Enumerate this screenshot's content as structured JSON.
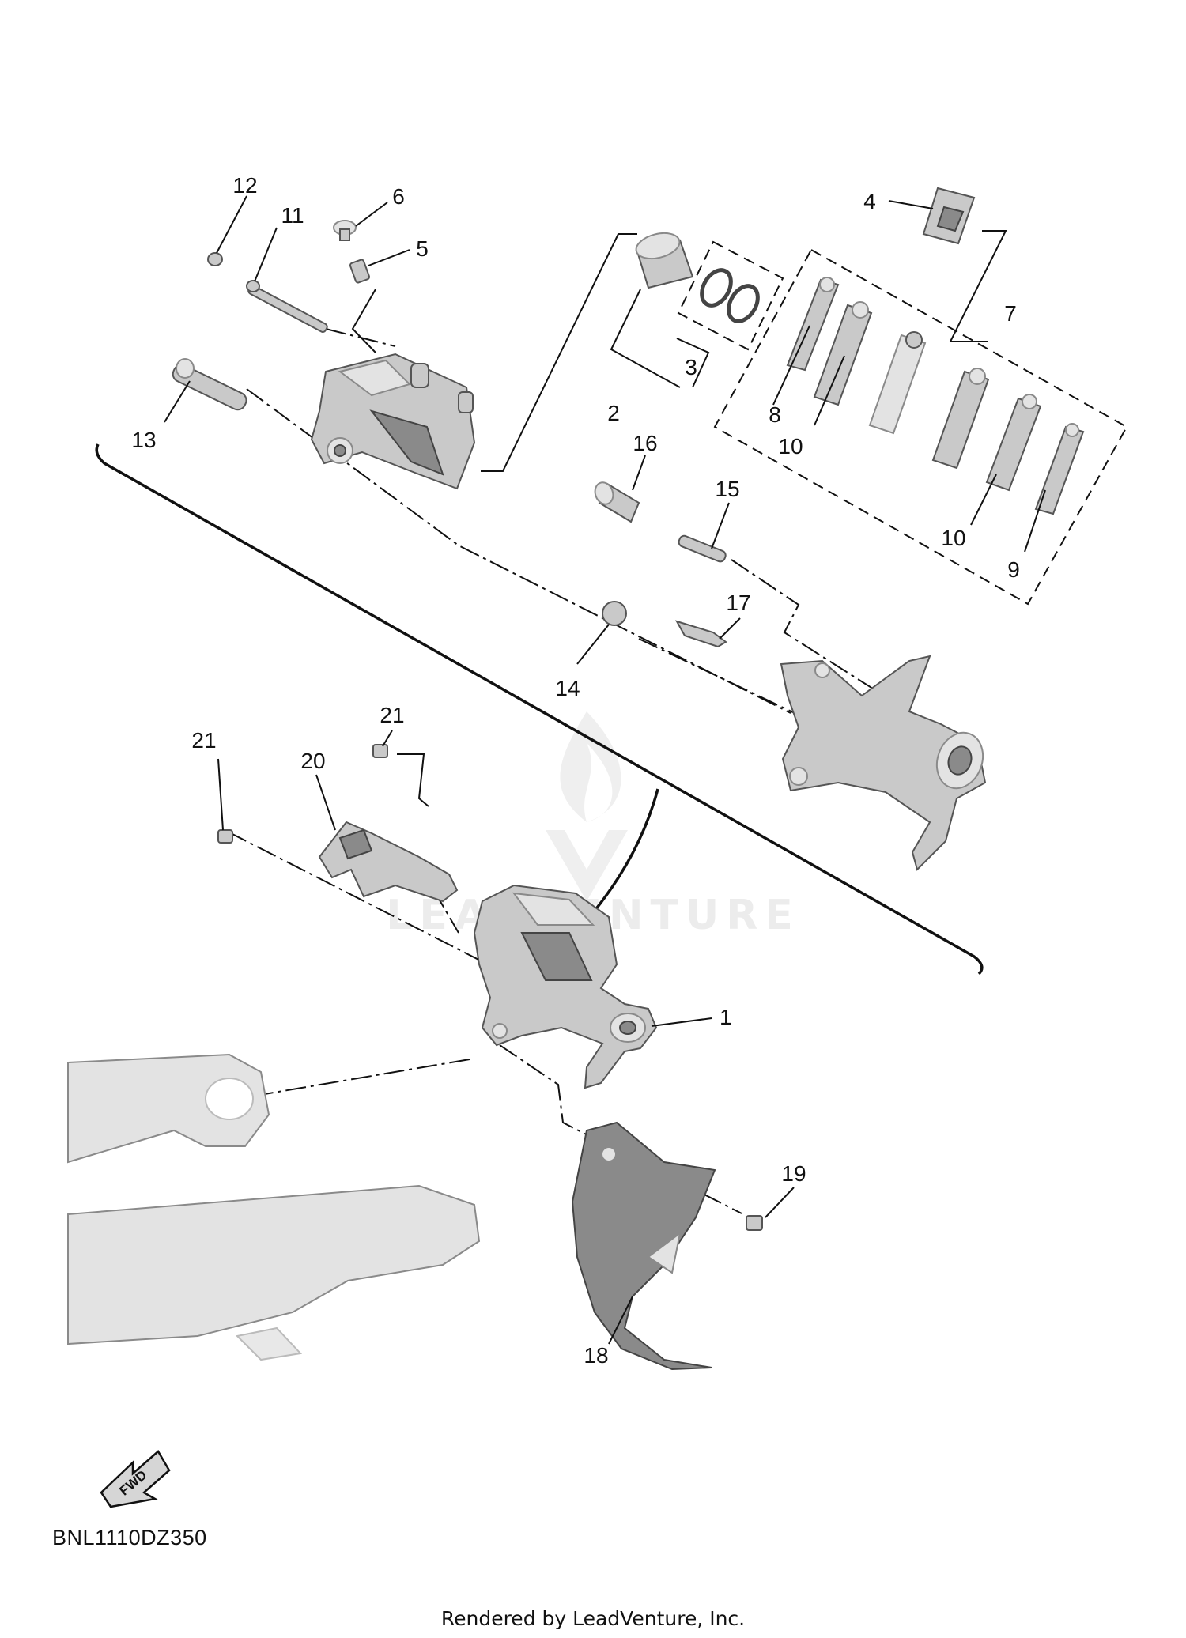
{
  "callouts": [
    {
      "id": "c1",
      "text": "1"
    },
    {
      "id": "c2",
      "text": "2"
    },
    {
      "id": "c3",
      "text": "3"
    },
    {
      "id": "c4",
      "text": "4"
    },
    {
      "id": "c5",
      "text": "5"
    },
    {
      "id": "c6",
      "text": "6"
    },
    {
      "id": "c7",
      "text": "7"
    },
    {
      "id": "c8",
      "text": "8"
    },
    {
      "id": "c9",
      "text": "9"
    },
    {
      "id": "c10a",
      "text": "10"
    },
    {
      "id": "c10b",
      "text": "10"
    },
    {
      "id": "c11",
      "text": "11"
    },
    {
      "id": "c12",
      "text": "12"
    },
    {
      "id": "c13",
      "text": "13"
    },
    {
      "id": "c14",
      "text": "14"
    },
    {
      "id": "c15",
      "text": "15"
    },
    {
      "id": "c16",
      "text": "16"
    },
    {
      "id": "c17",
      "text": "17"
    },
    {
      "id": "c18",
      "text": "18"
    },
    {
      "id": "c19",
      "text": "19"
    },
    {
      "id": "c20",
      "text": "20"
    },
    {
      "id": "c21a",
      "text": "21"
    },
    {
      "id": "c21b",
      "text": "21"
    }
  ],
  "fwd_arrow": {
    "label": "FWD"
  },
  "drawing_code": "BNL1110DZ350",
  "footer": "Rendered by LeadVenture, Inc.",
  "watermark": {
    "text": "LEADVENTURE"
  }
}
